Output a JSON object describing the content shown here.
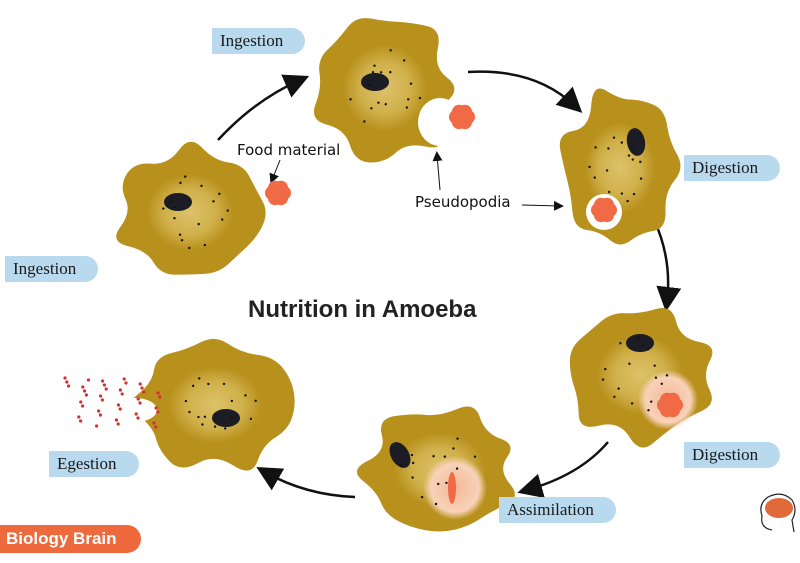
{
  "title": "Nutrition in Amoeba",
  "labels": {
    "ingestion_top": "Ingestion",
    "ingestion_left": "Ingestion",
    "digestion_top": "Digestion",
    "digestion_bottom": "Digestion",
    "assimilation": "Assimilation",
    "egestion": "Egestion"
  },
  "notes": {
    "food": "Food material",
    "pseudopodia": "Pseudopodia"
  },
  "brand": "Biology Brain",
  "colors": {
    "body": "#b8901c",
    "cytoplasm": "#d9bd5c",
    "nucleus": "#1c1c24",
    "food": "#ef6a45",
    "vacuole": "#f6c4a4",
    "label_bg": "#b9d9ee",
    "brand": "#ee6a3c"
  }
}
